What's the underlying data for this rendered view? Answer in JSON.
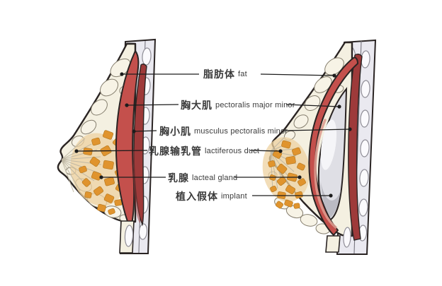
{
  "palette": {
    "background": "#ffffff",
    "outline": "#2a2423",
    "fat_tissue": "#f4f0e1",
    "fat_lump": "#f7f3e6",
    "fat_lump_stroke": "#857e6e",
    "chest_wall": "#eae9f0",
    "rib_fill": "#fbfafd",
    "rib_stroke": "#8f8d96",
    "muscle_major": "#c4504c",
    "muscle_minor": "#9e3a3a",
    "muscle_lining": "#db9a8e",
    "gland_lobule": "#e0942e",
    "gland_lobule_stroke": "#b87a20",
    "gland_halo": "#eed2a0",
    "implant_fill": "#dfdfe5",
    "implant_highlight": "#f5f5f8",
    "implant_shadow": "#b5b5bd",
    "duct_line": "#beb6a2",
    "leader_line": "#1c1c1c",
    "label_text": "#3a3a3a"
  },
  "labels": [
    {
      "zh": "脂肪体",
      "en": "fat"
    },
    {
      "zh": "胸大肌",
      "en": "pectoralis major minor"
    },
    {
      "zh": "胸小肌",
      "en": "musculus pectoralis minor"
    },
    {
      "zh": "乳腺输乳管",
      "en": "lactiferous duct"
    },
    {
      "zh": "乳腺",
      "en": "lacteal gland"
    },
    {
      "zh": "植入假体",
      "en": "implant"
    }
  ]
}
